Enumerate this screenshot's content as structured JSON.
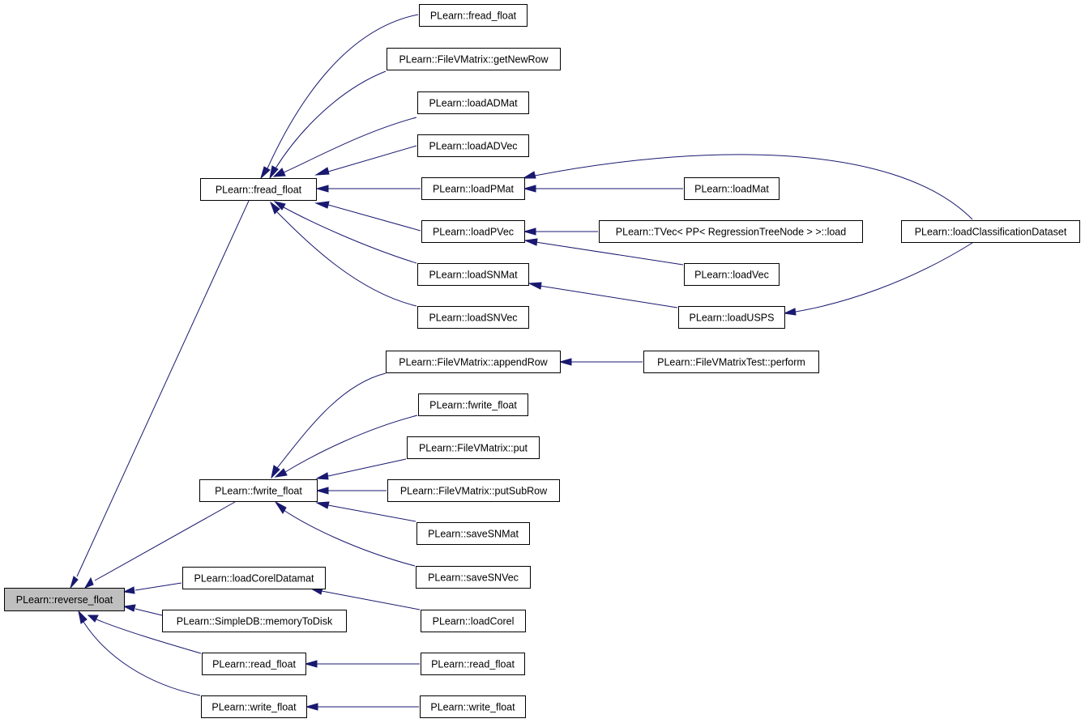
{
  "diagram": {
    "colors": {
      "edge": "#191970",
      "node_fill": "#ffffff",
      "root_fill": "#bfbfbf",
      "node_stroke": "#000000"
    },
    "nodes": {
      "reverse_float": {
        "label": "PLearn::reverse_float",
        "root": true
      },
      "fread_float_main": {
        "label": "PLearn::fread_float"
      },
      "fwrite_float_main": {
        "label": "PLearn::fwrite_float"
      },
      "loadCorelDatamat": {
        "label": "PLearn::loadCorelDatamat"
      },
      "memoryToDisk": {
        "label": "PLearn::SimpleDB::memoryToDisk"
      },
      "read_float_main": {
        "label": "PLearn::read_float"
      },
      "write_float_main": {
        "label": "PLearn::write_float"
      },
      "fread_float_top": {
        "label": "PLearn::fread_float"
      },
      "getNewRow": {
        "label": "PLearn::FileVMatrix::getNewRow"
      },
      "loadADMat": {
        "label": "PLearn::loadADMat"
      },
      "loadADVec": {
        "label": "PLearn::loadADVec"
      },
      "loadPMat": {
        "label": "PLearn::loadPMat"
      },
      "loadPVec": {
        "label": "PLearn::loadPVec"
      },
      "loadSNMat": {
        "label": "PLearn::loadSNMat"
      },
      "loadSNVec": {
        "label": "PLearn::loadSNVec"
      },
      "appendRow": {
        "label": "PLearn::FileVMatrix::appendRow"
      },
      "fwrite_float_sub": {
        "label": "PLearn::fwrite_float"
      },
      "put": {
        "label": "PLearn::FileVMatrix::put"
      },
      "putSubRow": {
        "label": "PLearn::FileVMatrix::putSubRow"
      },
      "saveSNMat": {
        "label": "PLearn::saveSNMat"
      },
      "saveSNVec": {
        "label": "PLearn::saveSNVec"
      },
      "loadCorel": {
        "label": "PLearn::loadCorel"
      },
      "read_float_sub": {
        "label": "PLearn::read_float"
      },
      "write_float_sub": {
        "label": "PLearn::write_float"
      },
      "loadMat": {
        "label": "PLearn::loadMat"
      },
      "tvecLoad": {
        "label": "PLearn::TVec< PP< RegressionTreeNode > >::load"
      },
      "loadVec": {
        "label": "PLearn::loadVec"
      },
      "loadUSPS": {
        "label": "PLearn::loadUSPS"
      },
      "performTest": {
        "label": "PLearn::FileVMatrixTest::perform"
      },
      "loadClassificationDataset": {
        "label": "PLearn::loadClassificationDataset"
      }
    },
    "edges": [
      {
        "from": "fread_float_main",
        "to": "reverse_float"
      },
      {
        "from": "fwrite_float_main",
        "to": "reverse_float"
      },
      {
        "from": "loadCorelDatamat",
        "to": "reverse_float"
      },
      {
        "from": "memoryToDisk",
        "to": "reverse_float"
      },
      {
        "from": "read_float_main",
        "to": "reverse_float"
      },
      {
        "from": "write_float_main",
        "to": "reverse_float"
      },
      {
        "from": "fread_float_top",
        "to": "fread_float_main"
      },
      {
        "from": "getNewRow",
        "to": "fread_float_main"
      },
      {
        "from": "loadADMat",
        "to": "fread_float_main"
      },
      {
        "from": "loadADVec",
        "to": "fread_float_main"
      },
      {
        "from": "loadPMat",
        "to": "fread_float_main"
      },
      {
        "from": "loadPVec",
        "to": "fread_float_main"
      },
      {
        "from": "loadSNMat",
        "to": "fread_float_main"
      },
      {
        "from": "loadSNVec",
        "to": "fread_float_main"
      },
      {
        "from": "loadMat",
        "to": "loadPMat"
      },
      {
        "from": "loadClassificationDataset",
        "to": "loadPMat"
      },
      {
        "from": "tvecLoad",
        "to": "loadPVec"
      },
      {
        "from": "loadVec",
        "to": "loadPVec"
      },
      {
        "from": "loadUSPS",
        "to": "loadSNMat"
      },
      {
        "from": "loadClassificationDataset",
        "to": "loadUSPS"
      },
      {
        "from": "appendRow",
        "to": "fwrite_float_main"
      },
      {
        "from": "fwrite_float_sub",
        "to": "fwrite_float_main"
      },
      {
        "from": "put",
        "to": "fwrite_float_main"
      },
      {
        "from": "putSubRow",
        "to": "fwrite_float_main"
      },
      {
        "from": "saveSNMat",
        "to": "fwrite_float_main"
      },
      {
        "from": "saveSNVec",
        "to": "fwrite_float_main"
      },
      {
        "from": "performTest",
        "to": "appendRow"
      },
      {
        "from": "loadCorel",
        "to": "loadCorelDatamat"
      },
      {
        "from": "read_float_sub",
        "to": "read_float_main"
      },
      {
        "from": "write_float_sub",
        "to": "write_float_main"
      }
    ]
  }
}
